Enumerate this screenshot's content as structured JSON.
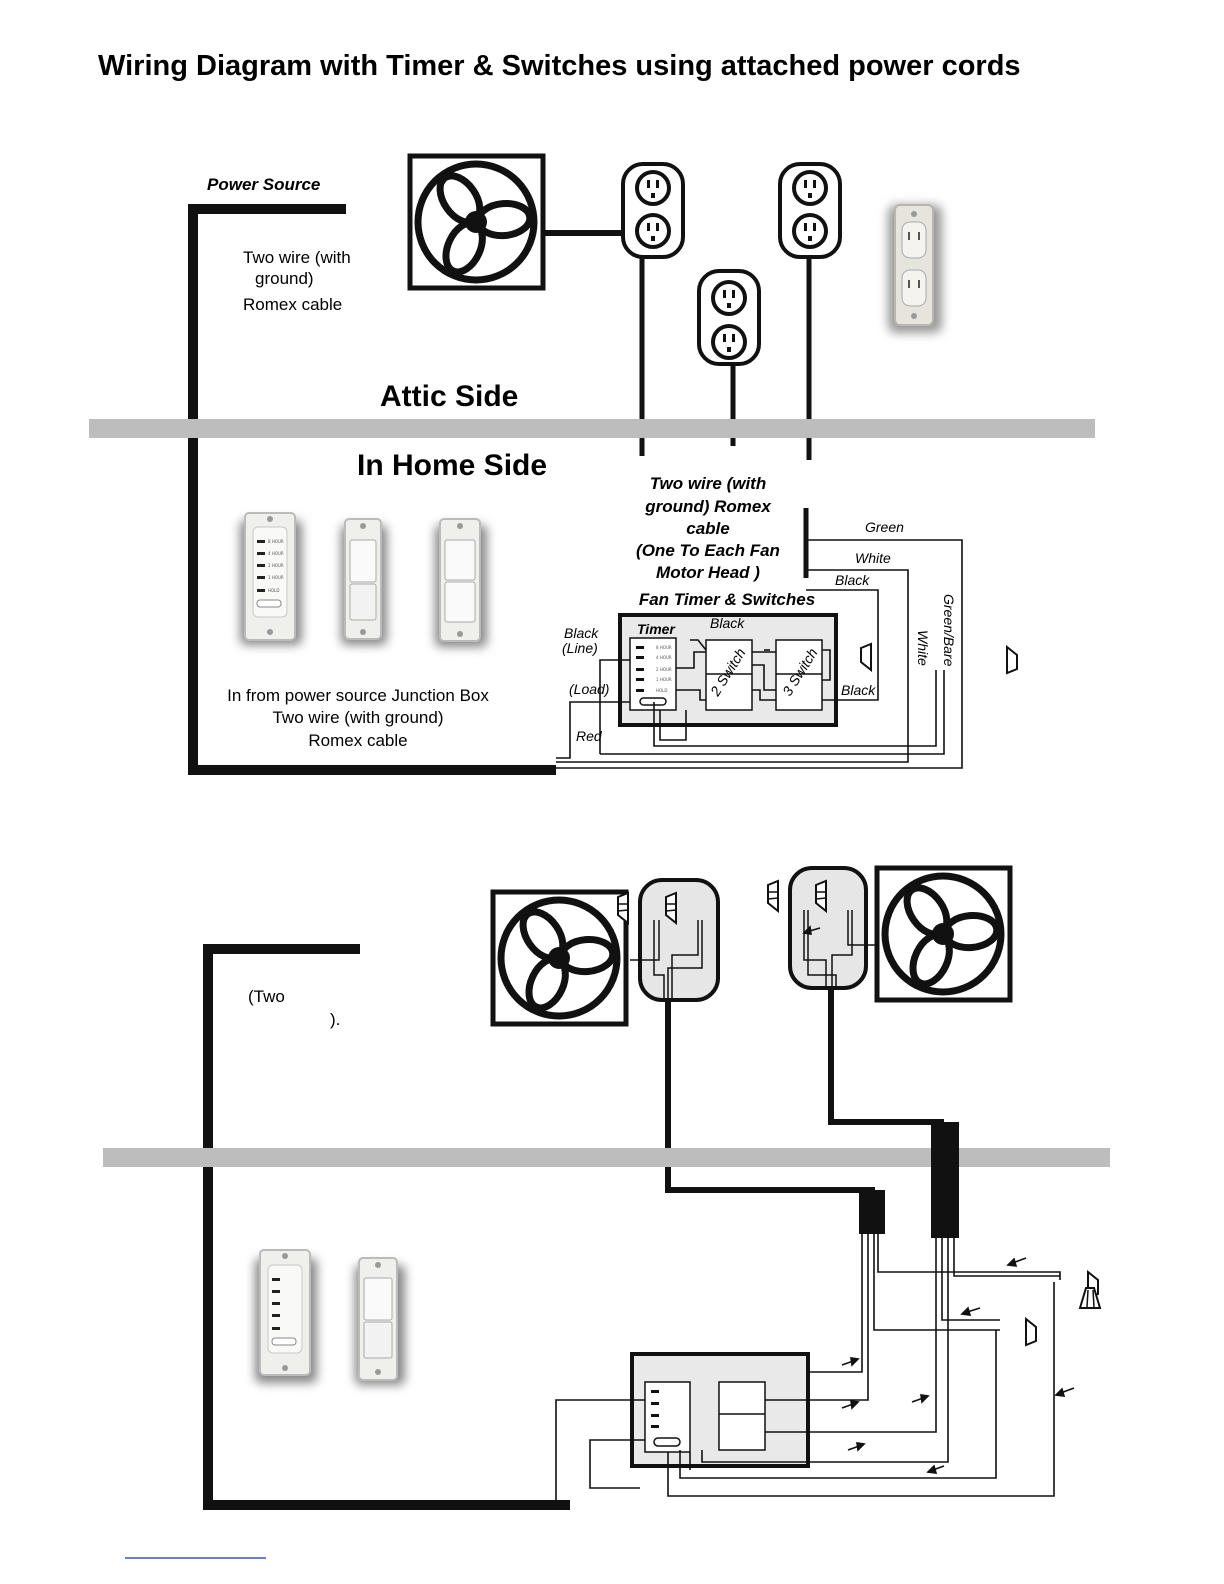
{
  "title": "Wiring Diagram with Timer & Switches using attached power cords",
  "top": {
    "power_source": "Power Source",
    "romex_line1": "Two wire (with",
    "romex_line2": "ground)",
    "romex_line3": "Romex cable",
    "attic_side": "Attic Side",
    "home_side": "In Home Side",
    "each_fan_line1": "Two wire (with",
    "each_fan_line2": "ground) Romex",
    "each_fan_line3": "cable",
    "each_fan_line4": "(One To Each Fan",
    "each_fan_line5": "Motor Head )",
    "fan_timer_switches": "Fan Timer & Switches",
    "timer": "Timer",
    "switch2": "2 Switch",
    "switch3": "3 Switch",
    "timer_marks": [
      "8 HOUR",
      "4 HOUR",
      "2 HOUR",
      "1 HOUR",
      "HOLD"
    ],
    "wire_green": "Green",
    "wire_white": "White",
    "wire_black_top": "Black",
    "wire_black_mid": "Black",
    "wire_black_right": "Black",
    "wire_black_line1": "Black",
    "wire_black_line2": "(Line)",
    "wire_load": "(Load)",
    "wire_red": "Red",
    "wire_green_bare": "Green/Bare",
    "wire_white_vertical": "White",
    "junction_line1": "In from power source Junction Box",
    "junction_line2": "Two wire (with ground)",
    "junction_line3": "Romex cable"
  },
  "bottom": {
    "fragment_line1": "(Two",
    "fragment_line2": ")."
  },
  "colors": {
    "wire": "#111111",
    "divider": "#bdbdbd",
    "panel": "#e9e9e9",
    "device": "#f4f4f2"
  },
  "icons": [
    "fan-icon",
    "outlet-icon",
    "timer-switch-icon",
    "wall-switch-icon",
    "wire-nut-icon"
  ]
}
